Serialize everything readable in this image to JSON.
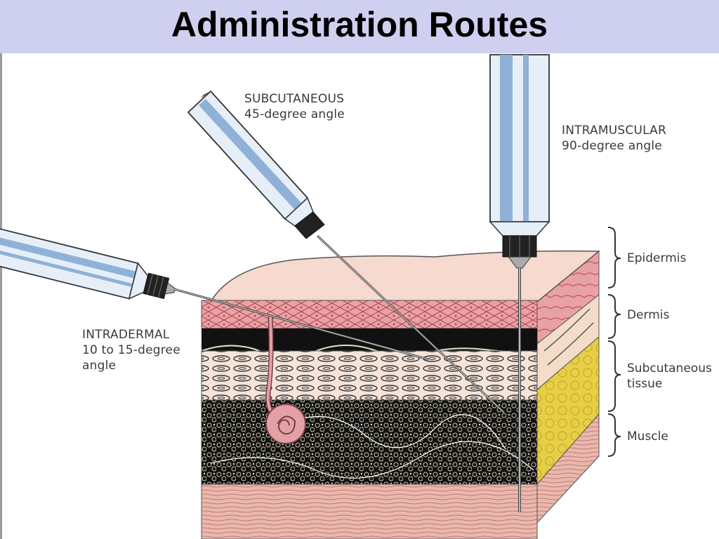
{
  "title": "Administration Routes",
  "routes": {
    "subcutaneous": {
      "name": "SUBCUTANEOUS",
      "angle": "45-degree angle"
    },
    "intramuscular": {
      "name": "INTRAMUSCULAR",
      "angle": "90-degree angle"
    },
    "intradermal": {
      "name": "INTRADERMAL",
      "angle_line1": "10 to 15-degree",
      "angle_line2": "angle"
    }
  },
  "layers": {
    "epidermis": "Epidermis",
    "dermis": "Dermis",
    "subcutaneous_line1": "Subcutaneous",
    "subcutaneous_line2": "tissue",
    "muscle": "Muscle"
  },
  "colors": {
    "title_bar": "#cfcfef",
    "syringe_stripe": "#8fb1d8",
    "epidermis": "#f6d9cf",
    "dermis": "#e8a2a6",
    "subcutaneous": "#e6cf46",
    "muscle": "#e9b7ad"
  }
}
